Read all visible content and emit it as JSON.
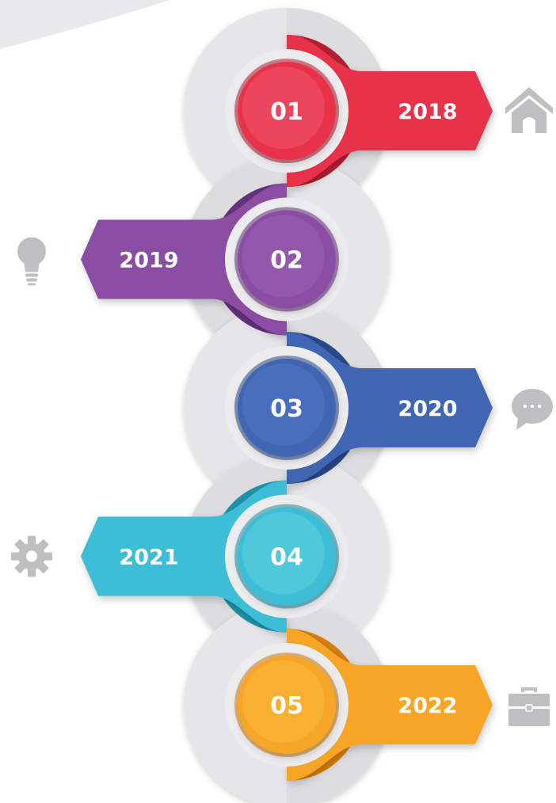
{
  "steps": [
    {
      "number": "01",
      "year": "2018",
      "side": "right",
      "icon": "home-icon",
      "color": "#e8334a",
      "dark": "#b81f33",
      "light": "#f0566a"
    },
    {
      "number": "02",
      "year": "2019",
      "side": "left",
      "icon": "lightbulb-icon",
      "color": "#8a4ea3",
      "dark": "#66317f",
      "light": "#9a62b3"
    },
    {
      "number": "03",
      "year": "2020",
      "side": "right",
      "icon": "chat-icon",
      "color": "#3f65b2",
      "dark": "#2a4a8c",
      "light": "#5077c2"
    },
    {
      "number": "04",
      "year": "2021",
      "side": "left",
      "icon": "gear-icon",
      "color": "#3cbed6",
      "dark": "#1f93aa",
      "light": "#5fcfe2"
    },
    {
      "number": "05",
      "year": "2022",
      "side": "right",
      "icon": "briefcase-icon",
      "color": "#f7a526",
      "dark": "#d9800c",
      "light": "#fbb938"
    }
  ],
  "colors": {
    "disc": "#e6e6e8",
    "disc_shade": "#d2d2d5",
    "icon": "#bfbfc1",
    "corner": "#e9e9eb"
  }
}
